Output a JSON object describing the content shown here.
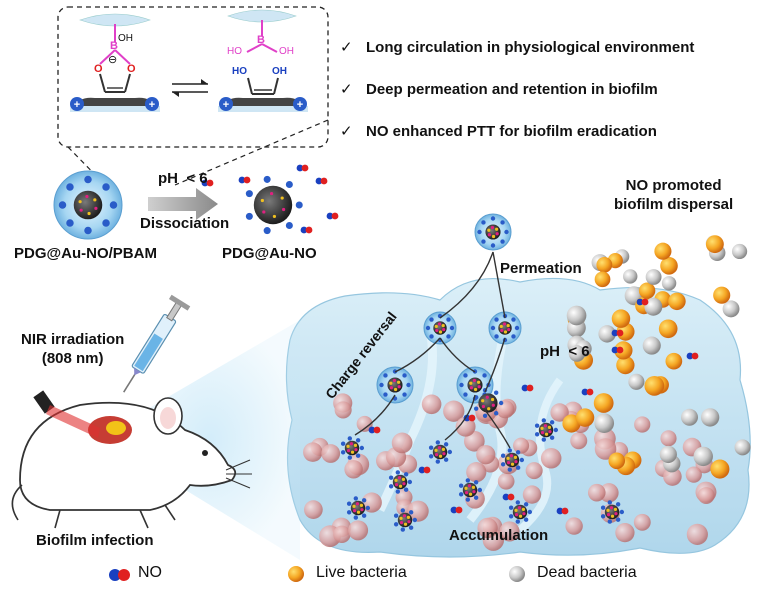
{
  "checklist": [
    "Long circulation in physiological environment",
    "Deep permeation and retention in biofilm",
    "NO enhanced PTT for biofilm eradication"
  ],
  "check_mark": "✓",
  "chemistry": {
    "left_oh": "OH",
    "left_b": "B",
    "left_charge": "⊖",
    "left_o1": "O",
    "left_o2": "O",
    "right_ho1": "HO",
    "right_b": "B",
    "right_oh": "OH",
    "right_ho2": "HO",
    "right_oh2": "OH"
  },
  "labels": {
    "ph_arrow": "pH  < 6",
    "dissociation": "Dissociation",
    "particle_left": "PDG@Au-NO/PBAM",
    "particle_right": "PDG@Au-NO",
    "dispersal": "NO promoted\nbiofilm dispersal",
    "permeation": "Permeation",
    "charge_reversal": "Charge reversal",
    "ph_biofilm": "pH  < 6",
    "accumulation": "Accumulation",
    "nir": "NIR irradiation\n(808 nm)",
    "infection": "Biofilm infection"
  },
  "legend": [
    {
      "icon": "no-molecule-icon",
      "label": "NO"
    },
    {
      "icon": "live-bacteria-icon",
      "label": "Live bacteria"
    },
    {
      "icon": "dead-bacteria-icon",
      "label": "Dead bacteria"
    }
  ],
  "colors": {
    "boron": "#e040c8",
    "hydroxyl": "#1a40c0",
    "oxygen": "#e02020",
    "shell": "#8ec8ec",
    "core": "#3a3a3a",
    "live": "#f0a020",
    "dead": "#b8b8b8",
    "biofilm": "#bfe0f0"
  }
}
